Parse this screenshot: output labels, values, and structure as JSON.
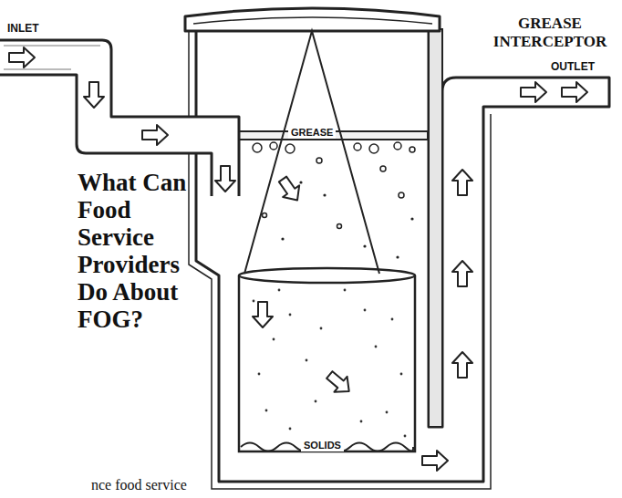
{
  "diagram": {
    "title": "What Can Food Service Providers Do About FOG?",
    "labels": [
      "INLET",
      "GREASE",
      "OUTLET",
      "GREASE INTERCEPTOR",
      "SOLIDS",
      "nce food service"
    ]
  }
}
